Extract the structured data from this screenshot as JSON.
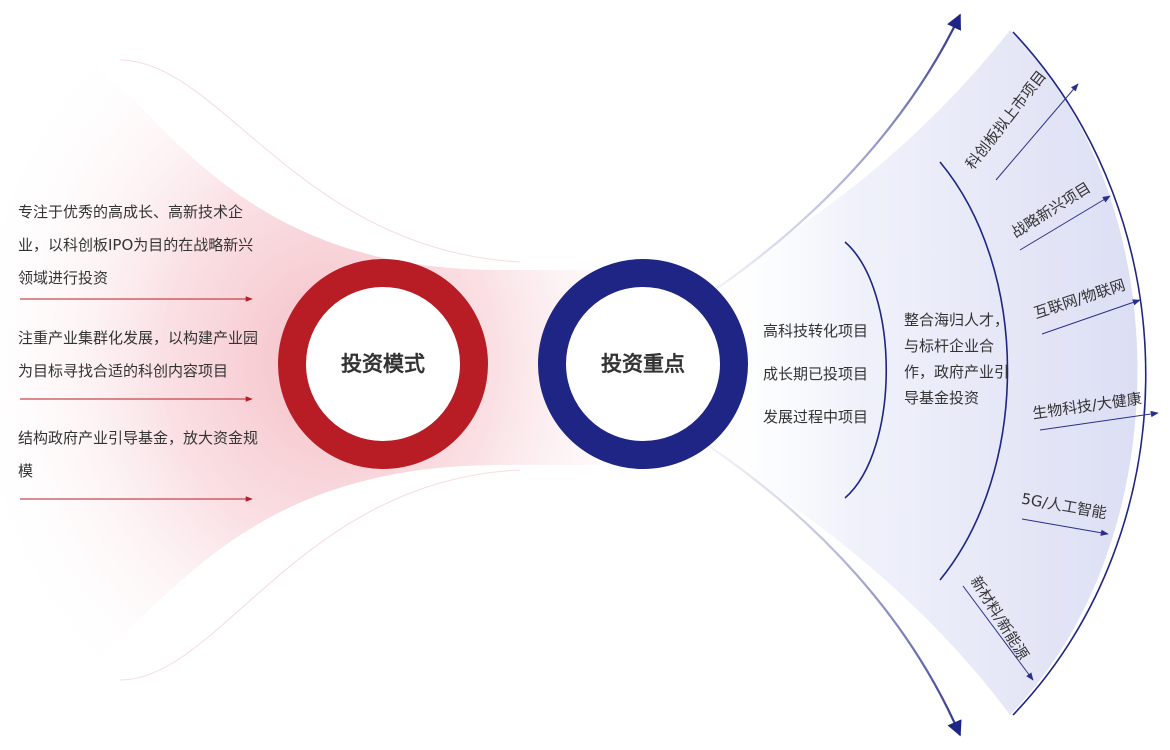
{
  "mode": {
    "title": "投资模式",
    "items": [
      "专注于优秀的高成长、高新技术企业，以科创板IPO为目的在战略新兴领域进行投资",
      "注重产业集群化发展，以构建产业园为目标寻找合适的科创内容项目",
      "结构政府产业引导基金，放大资金规模"
    ]
  },
  "focus": {
    "title": "投资重点",
    "items": [
      "高科技转化项目",
      "成长期已投项目",
      "发展过程中项目"
    ],
    "integration": "整合海归人才，与标杆企业合作，政府产业引导基金投资"
  },
  "categories": [
    "科创板拟上市项目",
    "战略新兴项目",
    "互联网/物联网",
    "生物科技/大健康",
    "5G/人工智能",
    "新材料/新能源"
  ],
  "colors": {
    "red": "#b81c25",
    "navy": "#1e2585",
    "arrow": "#3a3f8f",
    "fan": "#e3e4f6",
    "glow": "#f6c9cf"
  }
}
